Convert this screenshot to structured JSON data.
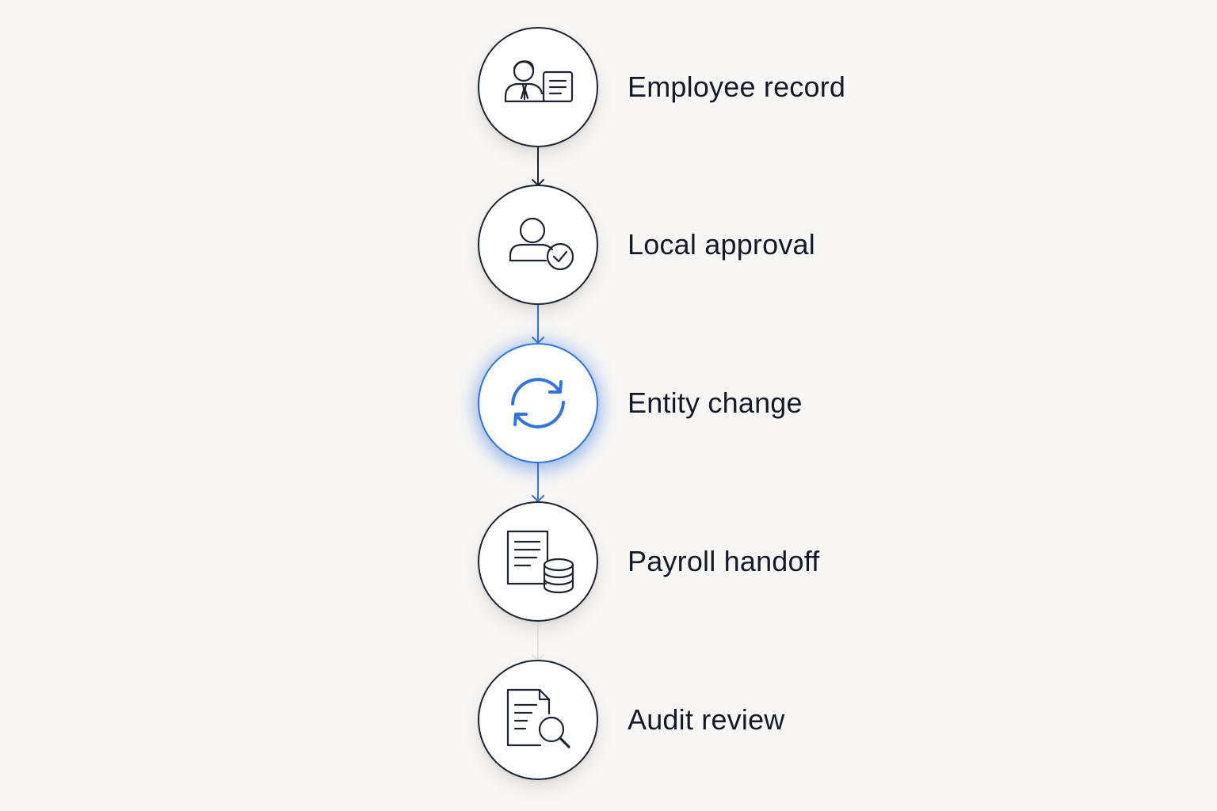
{
  "colors": {
    "background": "#f8f7f5",
    "ink": "#1e2432",
    "text": "#141a28",
    "accent": "#2f74e0"
  },
  "steps": [
    {
      "label": "Employee record",
      "icon": "employee-record-icon",
      "active": false
    },
    {
      "label": "Local approval",
      "icon": "user-approved-icon",
      "active": false
    },
    {
      "label": "Entity change",
      "icon": "sync-arrows-icon",
      "active": true
    },
    {
      "label": "Payroll handoff",
      "icon": "document-coins-icon",
      "active": false
    },
    {
      "label": "Audit review",
      "icon": "document-search-icon",
      "active": false
    }
  ]
}
